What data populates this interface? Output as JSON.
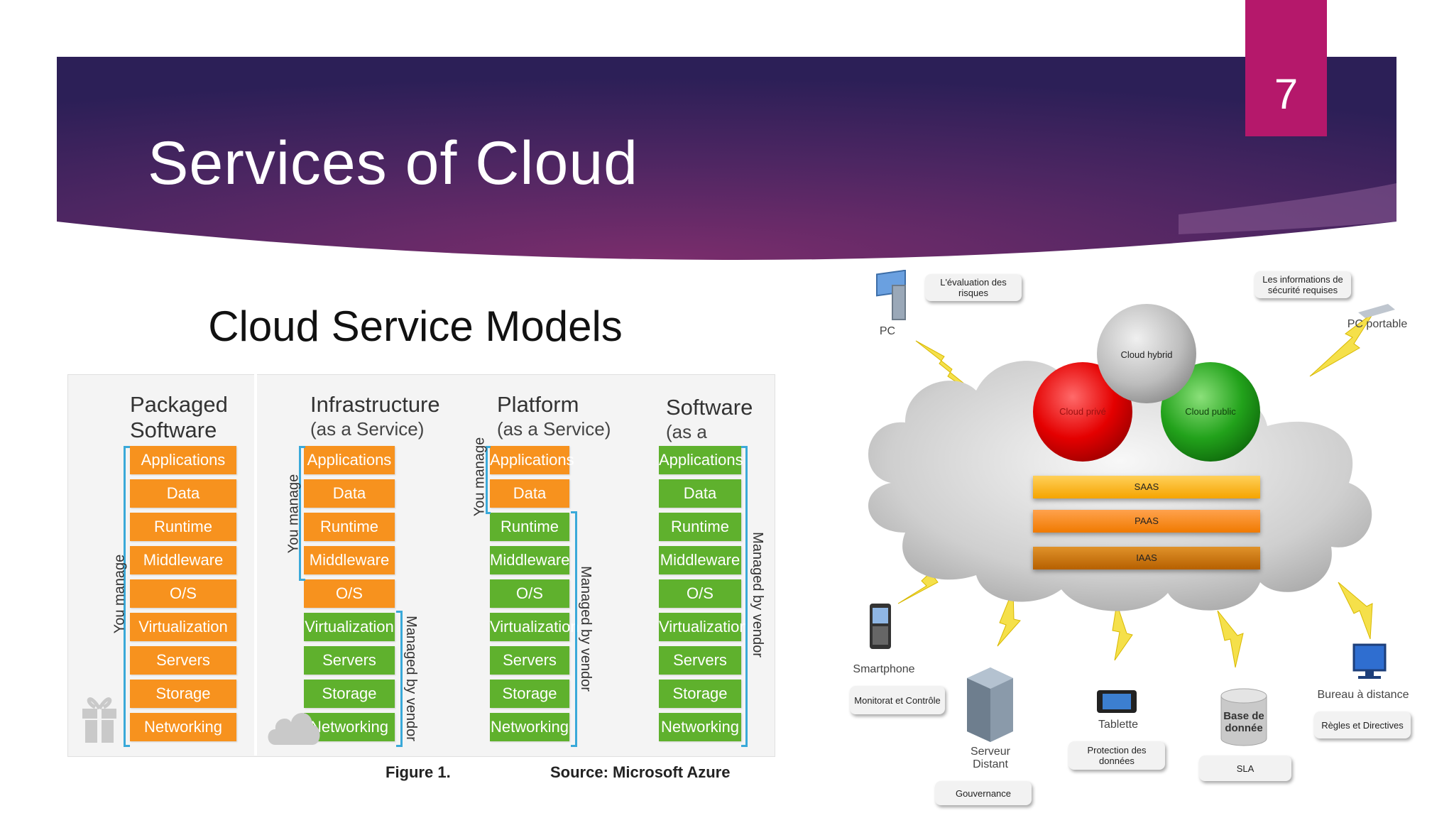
{
  "slide": {
    "title": "Services of Cloud",
    "page_number": "7"
  },
  "colors": {
    "band_dark": "#2c1f57",
    "band_mid": "#7a2d6c",
    "page_tab": "#b5186b",
    "orange_box": "#f7921e",
    "green_box": "#5fb12d",
    "bracket": "#3aa9d9"
  },
  "left_figure": {
    "heading": "Cloud Service Models",
    "caption": "Figure 1.",
    "source": "Source: Microsoft Azure",
    "columns": [
      {
        "title": "Packaged Software",
        "subtitle": "",
        "icon": "gift-icon",
        "layers": [
          {
            "label": "Applications",
            "color": "orange"
          },
          {
            "label": "Data",
            "color": "orange"
          },
          {
            "label": "Runtime",
            "color": "orange"
          },
          {
            "label": "Middleware",
            "color": "orange"
          },
          {
            "label": "O/S",
            "color": "orange"
          },
          {
            "label": "Virtualization",
            "color": "orange"
          },
          {
            "label": "Servers",
            "color": "orange"
          },
          {
            "label": "Storage",
            "color": "orange"
          },
          {
            "label": "Networking",
            "color": "orange"
          }
        ],
        "you_manage_label": "You manage",
        "vendor_label": ""
      },
      {
        "title": "Infrastructure",
        "subtitle": "(as a Service)",
        "icon": "cloud-icon",
        "layers": [
          {
            "label": "Applications",
            "color": "orange"
          },
          {
            "label": "Data",
            "color": "orange"
          },
          {
            "label": "Runtime",
            "color": "orange"
          },
          {
            "label": "Middleware",
            "color": "orange"
          },
          {
            "label": "O/S",
            "color": "orange"
          },
          {
            "label": "Virtualization",
            "color": "green"
          },
          {
            "label": "Servers",
            "color": "green"
          },
          {
            "label": "Storage",
            "color": "green"
          },
          {
            "label": "Networking",
            "color": "green"
          }
        ],
        "you_manage_label": "You manage",
        "vendor_label": "Managed by vendor"
      },
      {
        "title": "Platform",
        "subtitle": "(as a Service)",
        "icon": "",
        "layers": [
          {
            "label": "Applications",
            "color": "orange"
          },
          {
            "label": "Data",
            "color": "orange"
          },
          {
            "label": "Runtime",
            "color": "green"
          },
          {
            "label": "Middleware",
            "color": "green"
          },
          {
            "label": "O/S",
            "color": "green"
          },
          {
            "label": "Virtualization",
            "color": "green"
          },
          {
            "label": "Servers",
            "color": "green"
          },
          {
            "label": "Storage",
            "color": "green"
          },
          {
            "label": "Networking",
            "color": "green"
          }
        ],
        "you_manage_label": "You manage",
        "vendor_label": "Managed by vendor"
      },
      {
        "title": "Software",
        "subtitle": "(as a Service)",
        "icon": "",
        "layers": [
          {
            "label": "Applications",
            "color": "green"
          },
          {
            "label": "Data",
            "color": "green"
          },
          {
            "label": "Runtime",
            "color": "green"
          },
          {
            "label": "Middleware",
            "color": "green"
          },
          {
            "label": "O/S",
            "color": "green"
          },
          {
            "label": "Virtualization",
            "color": "green"
          },
          {
            "label": "Servers",
            "color": "green"
          },
          {
            "label": "Storage",
            "color": "green"
          },
          {
            "label": "Networking",
            "color": "green"
          }
        ],
        "you_manage_label": "",
        "vendor_label": "Managed by vendor"
      }
    ]
  },
  "right_diagram": {
    "circles": {
      "hybrid": "Cloud hybrid",
      "private": "Cloud privé",
      "public": "Cloud public"
    },
    "layers": [
      "SAAS",
      "PAAS",
      "IAAS"
    ],
    "devices": {
      "pc": "PC",
      "laptop": "PC portable",
      "smartphone": "Smartphone",
      "server": "Serveur Distant",
      "tablet": "Tablette",
      "database": "Base de donnée",
      "desktop": "Bureau à distance"
    },
    "tags": {
      "risk": "L'évaluation des risques",
      "security": "Les informations de sécurité requises",
      "monitoring": "Monitorat et Contrôle",
      "governance": "Gouvernance",
      "data_protection": "Protection des données",
      "sla": "SLA",
      "rules": "Règles et Directives"
    }
  }
}
